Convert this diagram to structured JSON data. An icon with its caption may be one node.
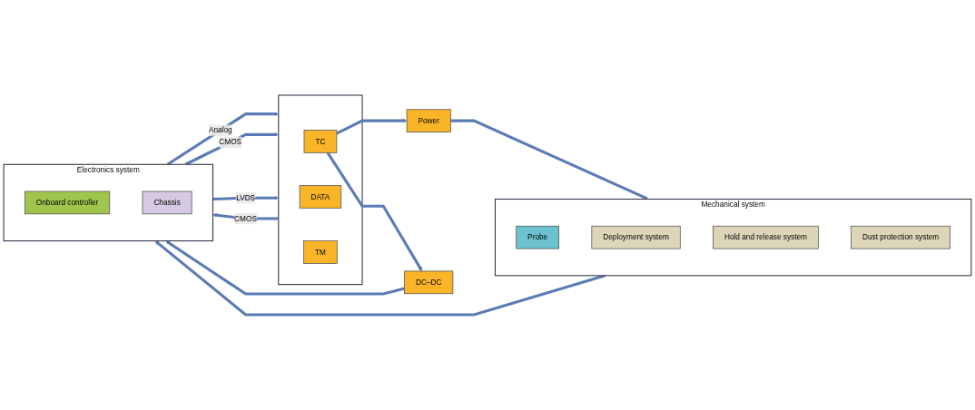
{
  "diagram": {
    "nodes": [
      {
        "text": [
          "Mechanical system"
        ]
      },
      {
        "text": [
          "Probe"
        ],
        "in": 0
      },
      {
        "text": [
          "Deployment system"
        ],
        "in": 0
      },
      {
        "text": [
          "Hold and release system"
        ],
        "in": 0
      },
      {
        "text": [
          "Dust protection system"
        ],
        "in": 0
      },
      {
        "text": [
          "Electronics system"
        ]
      },
      {
        "text": [
          "Onboard controller"
        ],
        "in": 5
      },
      {
        "text": [
          "Chassis"
        ],
        "in": 5
      },
      {
        "text": [],
        "shape": "box"
      },
      {
        "text": [
          "TM"
        ],
        "in": 8
      },
      {
        "text": [
          "DATA"
        ],
        "in": 8
      },
      {
        "text": [
          "TC"
        ],
        "in": 8
      },
      {
        "text": [
          "DC–DC"
        ]
      },
      {
        "text": [
          "Power"
        ]
      }
    ],
    "edges": [
      {
        "from": 0,
        "to": 5,
        "arrow": "to"
      },
      {
        "from": 5,
        "to": 8,
        "arrow": "to",
        "label": "Analog"
      },
      {
        "from": 5,
        "to": 8,
        "arrow": "to",
        "label": "CMOS"
      },
      {
        "from": 5,
        "to": 8,
        "arrow": "to",
        "label": "LVDS"
      },
      {
        "from": 8,
        "to": 5,
        "arrow": "to",
        "label": "CMOS"
      },
      {
        "from": 11,
        "to": 12,
        "arrow": "to"
      },
      {
        "from": 11,
        "to": 13,
        "arrow": "to"
      },
      {
        "from": 12,
        "to": 5,
        "arrow": "to"
      },
      {
        "from": 13,
        "to": 0,
        "arrow": "to"
      }
    ]
  }
}
